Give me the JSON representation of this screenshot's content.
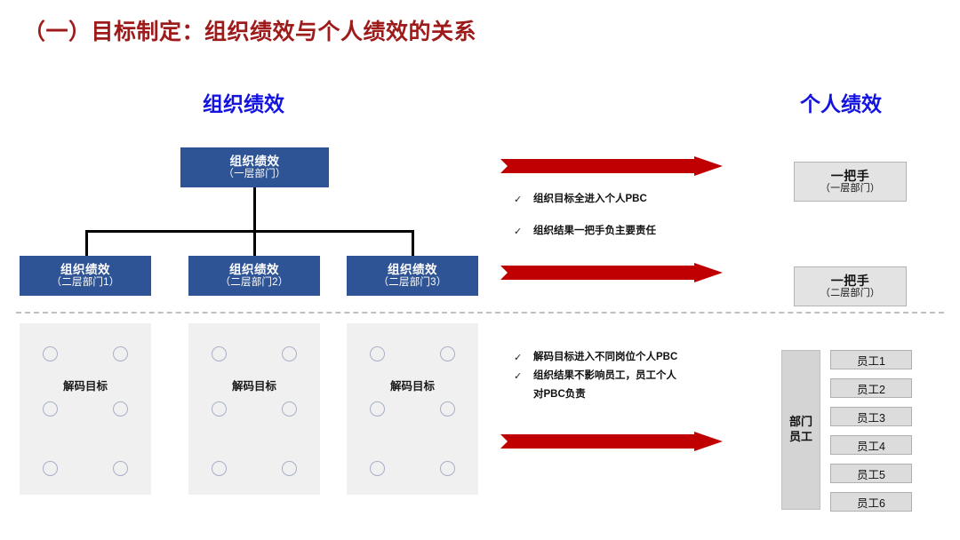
{
  "title": "（一）目标制定：组织绩效与个人绩效的关系",
  "colors": {
    "title_red": "#9E1B1B",
    "heading_blue": "#1414E0",
    "box_blue": "#2F5496",
    "arrow_red": "#C00000",
    "grey_box": "#E3E3E3",
    "decode_box": "#F0F0F0",
    "divider_grey": "#BFBFBF"
  },
  "headings": {
    "left": "组织绩效",
    "right": "个人绩效"
  },
  "org_tree": {
    "top": {
      "line1": "组织绩效",
      "line2": "（一层部门）"
    },
    "children": [
      {
        "line1": "组织绩效",
        "line2": "（二层部门1）"
      },
      {
        "line1": "组织绩效",
        "line2": "（二层部门2）"
      },
      {
        "line1": "组织绩效",
        "line2": "（二层部门3）"
      }
    ]
  },
  "decode_boxes": [
    {
      "label": "解码目标",
      "circle_count": 6
    },
    {
      "label": "解码目标",
      "circle_count": 6
    },
    {
      "label": "解码目标",
      "circle_count": 6
    }
  ],
  "arrows": [
    {
      "name": "arrow-org-to-leader-l1",
      "direction": "right",
      "color": "#C00000"
    },
    {
      "name": "arrow-org-to-leader-l2",
      "direction": "right",
      "color": "#C00000"
    },
    {
      "name": "arrow-decode-to-employees",
      "direction": "right",
      "color": "#C00000"
    }
  ],
  "bullets_top": {
    "tick": "✓",
    "items": [
      "组织目标全进入个人PBC",
      "组织结果一把手负主要责任"
    ]
  },
  "bullets_bottom": {
    "tick": "✓",
    "items": [
      "解码目标进入不同岗位个人PBC",
      "组织结果不影响员工，员工个人",
      "对PBC负责"
    ]
  },
  "leaders": [
    {
      "line1": "一把手",
      "line2": "（一层部门）"
    },
    {
      "line1": "一把手",
      "line2": "（二层部门）"
    }
  ],
  "department": {
    "label_line1": "部门",
    "label_line2": "员工",
    "employees": [
      "员工1",
      "员工2",
      "员工3",
      "员工4",
      "员工5",
      "员工6"
    ]
  }
}
